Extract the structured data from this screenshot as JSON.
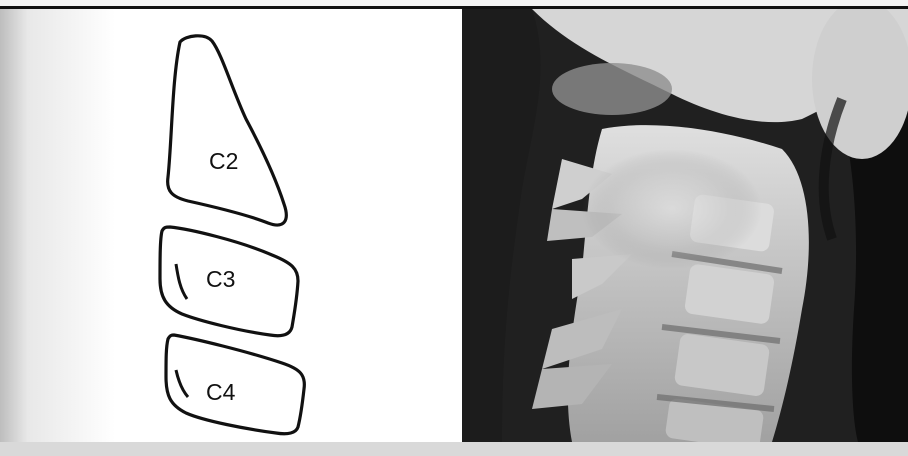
{
  "diagram": {
    "labels": {
      "c2": "C2",
      "c3": "C3",
      "c4": "C4"
    },
    "outline_color": "#111111"
  }
}
